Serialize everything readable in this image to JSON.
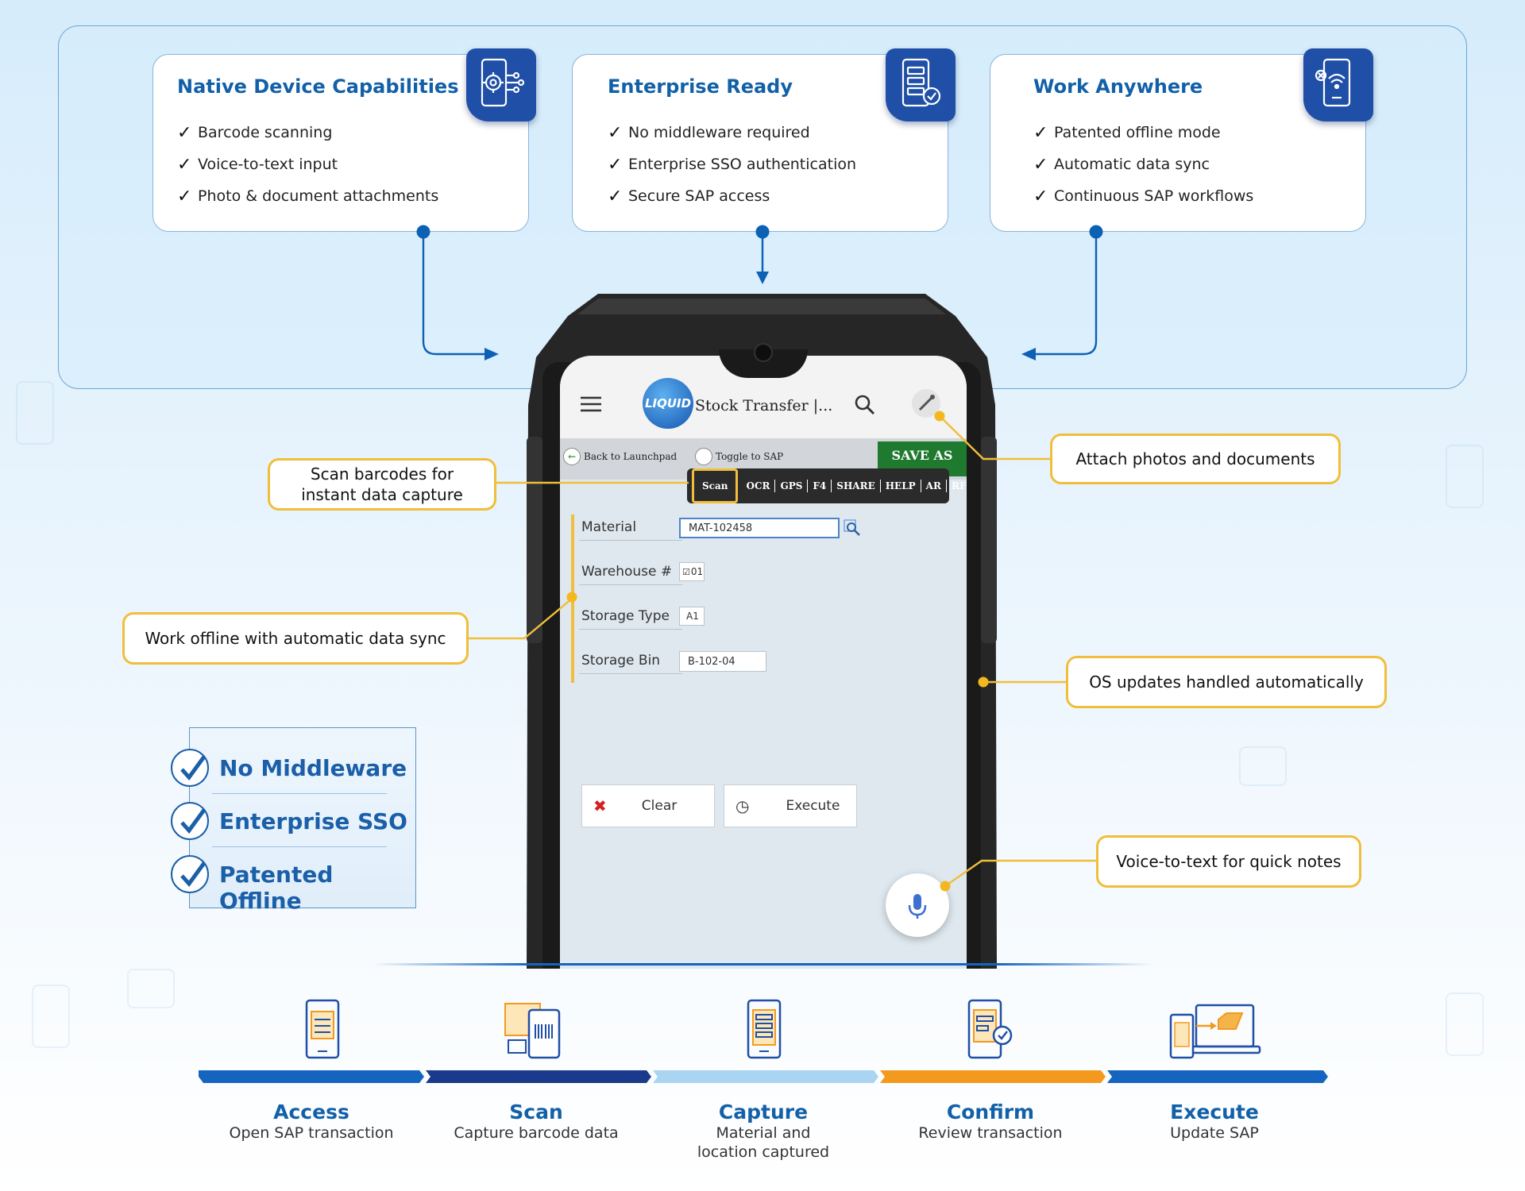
{
  "cards": [
    {
      "title": "Native Device Capabilities",
      "items": [
        "Barcode scanning",
        "Voice-to-text input",
        "Photo & document attachments"
      ]
    },
    {
      "title": "Enterprise Ready",
      "items": [
        "No middleware required",
        "Enterprise SSO authentication",
        "Secure SAP access"
      ]
    },
    {
      "title": "Work Anywhere",
      "items": [
        "Patented offline mode",
        "Automatic data sync",
        "Continuous SAP workflows"
      ]
    }
  ],
  "app": {
    "logo": "LIQUID",
    "title": "Stock Transfer |...",
    "back": "Back to Launchpad",
    "toggle": "Toggle to SAP",
    "save": "SAVE AS",
    "scan_tools": [
      "Scan",
      "OCR",
      "GPS",
      "F4",
      "SHARE",
      "HELP",
      "AR",
      "RFID"
    ],
    "fields": [
      {
        "label": "Material",
        "value": "MAT-102458"
      },
      {
        "label": "Warehouse #",
        "value": "01"
      },
      {
        "label": "Storage Type",
        "value": "A1"
      },
      {
        "label": "Storage Bin",
        "value": "B-102-04"
      }
    ],
    "clear_label": "Clear",
    "execute_label": "Execute"
  },
  "callouts": {
    "photos": "Attach photos and documents",
    "scan_l1": "Scan barcodes for",
    "scan_l2": "instant data capture",
    "offline": "Work offline with automatic data sync",
    "os": "OS updates handled automatically",
    "voice": "Voice-to-text for quick notes"
  },
  "benefits": [
    "No Middleware",
    "Enterprise SSO",
    "Patented Offline"
  ],
  "steps": [
    {
      "title": "Access",
      "desc": [
        "Open SAP transaction"
      ],
      "color": "#1565c0"
    },
    {
      "title": "Scan",
      "desc": [
        "Capture barcode data"
      ],
      "color": "#1b3a8c"
    },
    {
      "title": "Capture",
      "desc": [
        "Material and",
        "location captured"
      ],
      "color": "#a9d4f2"
    },
    {
      "title": "Confirm",
      "desc": [
        "Review transaction"
      ],
      "color": "#f39a1e"
    },
    {
      "title": "Execute",
      "desc": [
        "Update SAP"
      ],
      "color": "#1565c0"
    }
  ],
  "colors": {
    "primary": "#1260a8",
    "accent": "#f0be3a",
    "navy": "#1f4fa6"
  }
}
